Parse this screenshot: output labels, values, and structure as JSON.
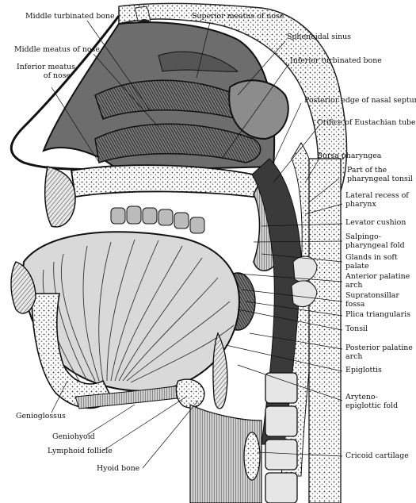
{
  "labels": {
    "middle_turbinated_bone": "Middle turbinated bone",
    "superior_meatus": "Superior meatus of nose",
    "middle_meatus": "Middle meatus of nose",
    "inferior_meatus_1": "Inferior meatus",
    "inferior_meatus_2": "of nose",
    "sphenoidal_sinus": "Sphenoidal sinus",
    "inferior_turbinated_bone": "Inferior turbinated bone",
    "posterior_edge_septum": "Posterior edge of nasal septum",
    "orifice_eustachian": "Orifice of Eustachian tube",
    "bursa_pharyngea": "Bursa pharyngea",
    "pharyngeal_tonsil_1": "Part of the",
    "pharyngeal_tonsil_2": "pharyngeal tonsil",
    "lateral_recess_1": "Lateral recess of",
    "lateral_recess_2": "pharynx",
    "levator_cushion": "Levator cushion",
    "salpingo_1": "Salpingo-",
    "salpingo_2": "pharyngeal fold",
    "glands_soft_palate_1": "Glands in soft",
    "glands_soft_palate_2": "palate",
    "anterior_palatine_1": "Anterior palatine",
    "anterior_palatine_2": "arch",
    "supratonsillar_1": "Supratonsillar",
    "supratonsillar_2": "fossa",
    "plica_triangularis": "Plica triangularis",
    "tonsil": "Tonsil",
    "posterior_palatine_1": "Posterior palatine",
    "posterior_palatine_2": "arch",
    "epiglottis": "Epiglottis",
    "aryteno_1": "Aryteno-",
    "aryteno_2": "epiglottic fold",
    "genioglossus": "Genioglossus",
    "geniohyoid": "Geniohyoid",
    "lymphoid_follicle": "Lymphoid follicle",
    "hyoid_bone": "Hyoid bone",
    "cricoid_cartilage": "Cricoid cartilage"
  }
}
